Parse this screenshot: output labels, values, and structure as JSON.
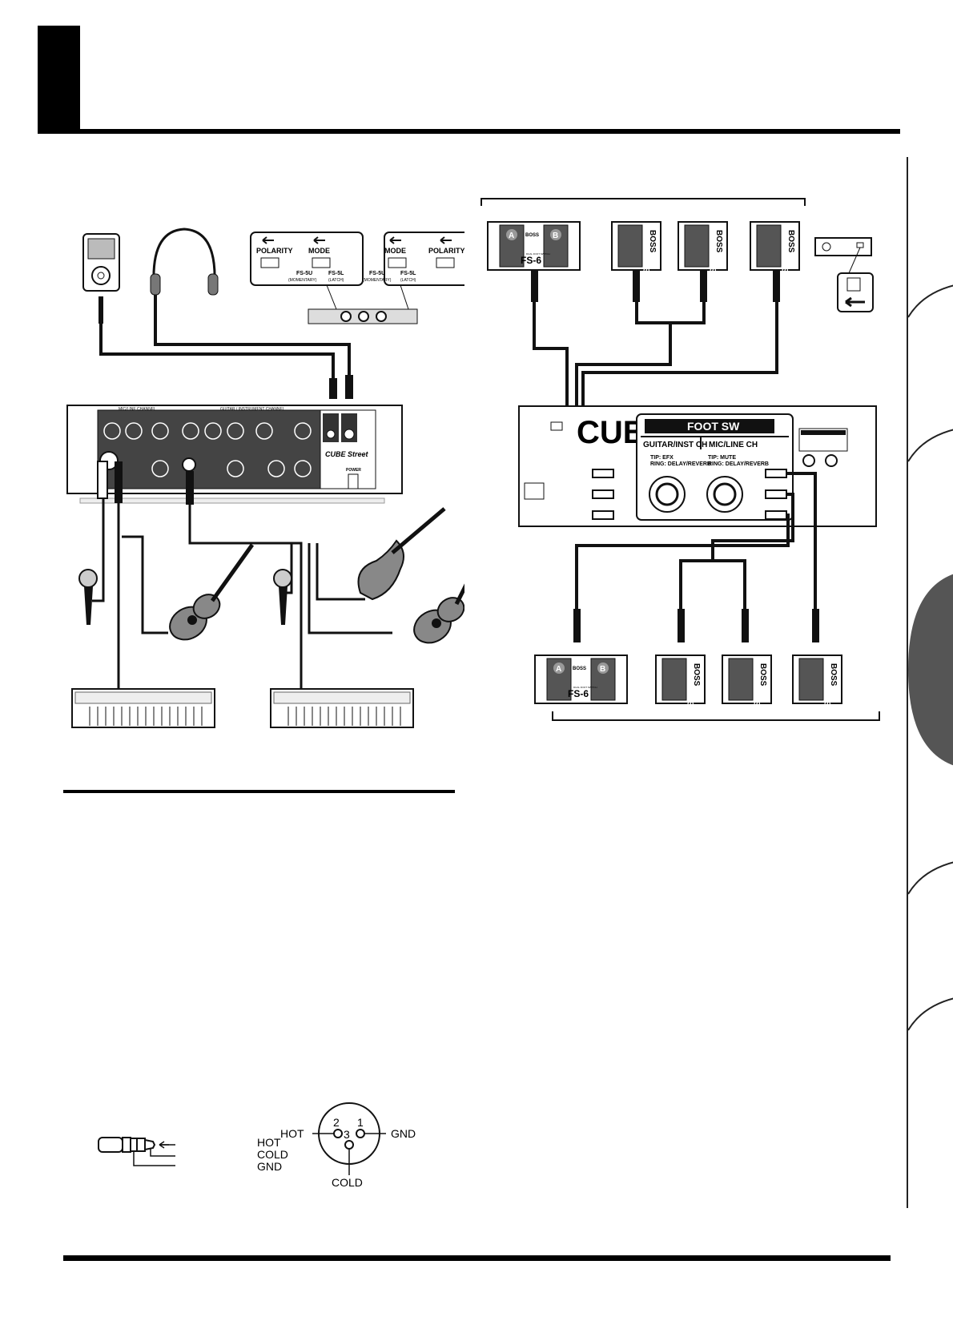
{
  "mode_panel": {
    "left": {
      "polarity": "POLARITY",
      "mode": "MODE",
      "fs5u": "FS-5U",
      "fs5u_sub": "(MOMENTARY)",
      "fs5l": "FS-5L",
      "fs5l_sub": "(LATCH)"
    },
    "right": {
      "mode": "MODE",
      "polarity": "POLARITY",
      "fs5u": "FS-5U",
      "fs5u_sub": "(MOMENTARY)",
      "fs5l": "FS-5L",
      "fs5l_sub": "(LATCH)"
    }
  },
  "amp_front": {
    "mic_line_channel": "MIC/LINE CHANNEL",
    "guitar_channel": "GUITAR / INSTRUMENT CHANNEL",
    "brand": "CUBE Street",
    "power": "POWER"
  },
  "amp_rear": {
    "foot_sw": "FOOT SW",
    "guitar_inst_ch": "GUITAR/INST CH",
    "mic_line_ch": "MIC/LINE CH",
    "tip_efx": "TIP: EFX",
    "ring_left": "RING: DELAY/REVERB",
    "tip_mute": "TIP: MUTE",
    "ring_right": "RING: DELAY/REVERB"
  },
  "footswitches": {
    "fs6_label": "FS-6",
    "fs6_sub": "DUAL FOOT SWITCH",
    "fs5u_label": "FS-5U",
    "brand": "BOSS",
    "a": "A",
    "b": "B"
  },
  "jack_diagram": {
    "hot": "HOT",
    "cold": "COLD",
    "gnd": "GND"
  },
  "xlr_diagram": {
    "hot": "HOT",
    "gnd": "GND",
    "cold": "COLD",
    "pin1": "1",
    "pin2": "2",
    "pin3": "3"
  }
}
